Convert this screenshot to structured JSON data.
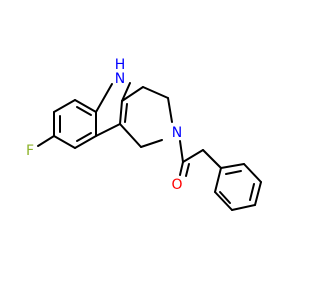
{
  "molecule": {
    "atom_labels": {
      "nh": "N",
      "nh_h": "H",
      "n_amide": "N",
      "o_carbonyl": "O",
      "f": "F"
    },
    "colors": {
      "nitrogen": "#0000ff",
      "oxygen": "#ff0000",
      "fluorine": "#8db32a",
      "bond": "#000000",
      "background": "#ffffff"
    }
  }
}
